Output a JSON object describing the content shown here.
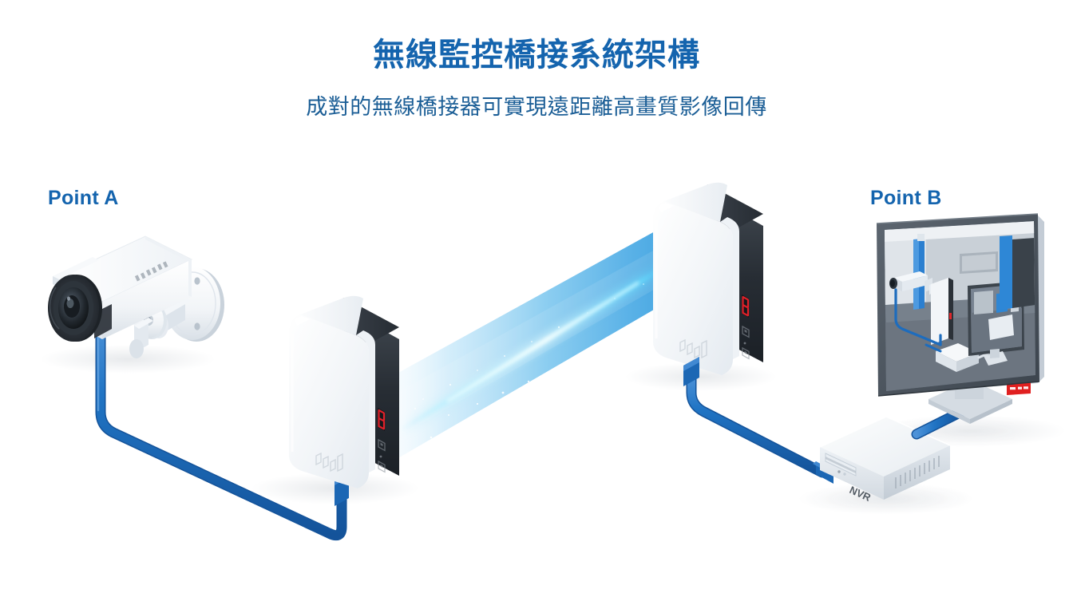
{
  "page": {
    "background": "#ffffff",
    "accent_blue": "#1464ae",
    "cable_blue": "#1f6fc0",
    "beam_cyan": "#4fd8ff",
    "led_red": "#e01b1b"
  },
  "header": {
    "title": "無線監控橋接系統架構",
    "subtitle": "成對的無線橋接器可實現遠距離高畫質影像回傳"
  },
  "labels": {
    "point_a": "Point A",
    "point_b": "Point B"
  },
  "diagram": {
    "type": "isometric-network-topology",
    "nodes": [
      {
        "id": "camera",
        "name": "ip-bullet-camera",
        "label": "",
        "side": "A",
        "description": "白色槍型網路攝影機含壁掛支架"
      },
      {
        "id": "bridge_a",
        "name": "wireless-bridge-a",
        "label": "",
        "side": "A",
        "led_digit": "8",
        "description": "無線橋接器 A，側面黑色面板含紅色七段顯示與兩個連接埠指示圖示"
      },
      {
        "id": "bridge_b",
        "name": "wireless-bridge-b",
        "label": "",
        "side": "B",
        "led_digit": "8",
        "description": "無線橋接器 B，與 A 成對"
      },
      {
        "id": "nvr",
        "name": "nvr-recorder",
        "label": "NVR",
        "side": "B",
        "description": "白色網路錄影主機，前面板含散熱孔"
      },
      {
        "id": "monitor",
        "name": "display-monitor",
        "label": "",
        "side": "B",
        "description": "顯示器上顯示同一套監控畫面"
      }
    ],
    "links": [
      {
        "from": "camera",
        "to": "bridge_a",
        "medium": "ethernet",
        "color": "#1f6fc0"
      },
      {
        "from": "bridge_a",
        "to": "bridge_b",
        "medium": "wireless-beam",
        "color": "#4fd8ff"
      },
      {
        "from": "bridge_b",
        "to": "nvr",
        "medium": "ethernet",
        "color": "#1f6fc0"
      },
      {
        "from": "nvr",
        "to": "monitor",
        "medium": "video",
        "color": "#1f6fc0"
      }
    ],
    "badges": [
      {
        "name": "monitor-corner-badge",
        "color": "#e02020",
        "text": ""
      }
    ]
  }
}
